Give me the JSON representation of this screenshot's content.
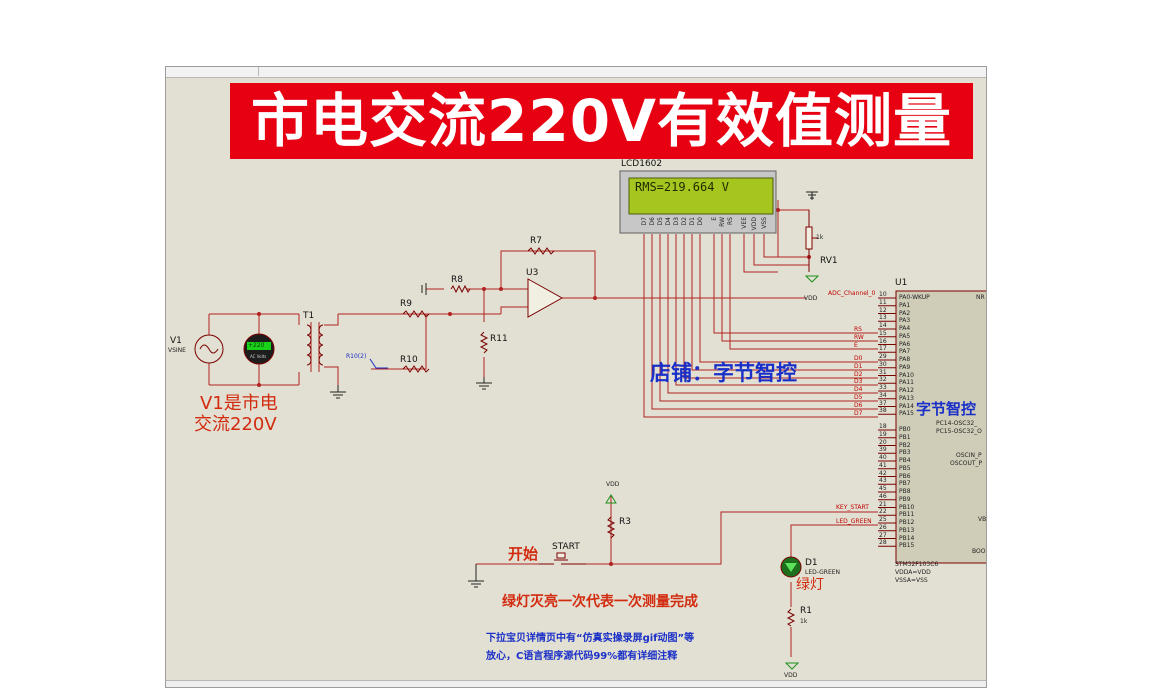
{
  "banner": {
    "title": "市电交流220V有效值测量"
  },
  "lcd": {
    "name": "LCD1602",
    "display": "RMS=219.664 V",
    "pins": [
      "VSS",
      "VDD",
      "VEE",
      "RS",
      "RW",
      "E",
      "D0",
      "D1",
      "D2",
      "D3",
      "D4",
      "D5",
      "D6",
      "D7"
    ]
  },
  "rv1": {
    "name": "RV1",
    "value": "1k"
  },
  "source": {
    "name": "V1",
    "type": "VSINE",
    "meter_value": "+220",
    "meter_unit": "AC Volts"
  },
  "transformer": {
    "name": "T1"
  },
  "resistors": {
    "r7": "R7",
    "r8": "R8",
    "r9": "R9",
    "r10": "R10",
    "r10_probe": "R10(2)",
    "r11": "R11",
    "r3": "R3",
    "r1": "R1",
    "r1_value": "1k"
  },
  "opamp": {
    "name": "U3"
  },
  "mcu": {
    "name": "U1",
    "part": "STM32F103C6",
    "power_lines": [
      "VDDA=VDD",
      "VSSA=VSS"
    ],
    "left_pins": [
      {
        "num": "10",
        "name": "PA0-WKUP"
      },
      {
        "num": "11",
        "name": "PA1"
      },
      {
        "num": "12",
        "name": "PA2"
      },
      {
        "num": "13",
        "name": "PA3"
      },
      {
        "num": "14",
        "name": "PA4"
      },
      {
        "num": "15",
        "name": "PA5"
      },
      {
        "num": "16",
        "name": "PA6"
      },
      {
        "num": "17",
        "name": "PA7"
      },
      {
        "num": "29",
        "name": "PA8"
      },
      {
        "num": "30",
        "name": "PA9"
      },
      {
        "num": "31",
        "name": "PA10"
      },
      {
        "num": "32",
        "name": "PA11"
      },
      {
        "num": "33",
        "name": "PA12"
      },
      {
        "num": "34",
        "name": "PA13"
      },
      {
        "num": "37",
        "name": "PA14"
      },
      {
        "num": "38",
        "name": "PA15"
      },
      {
        "num": "18",
        "name": "PB0"
      },
      {
        "num": "19",
        "name": "PB1"
      },
      {
        "num": "20",
        "name": "PB2"
      },
      {
        "num": "39",
        "name": "PB3"
      },
      {
        "num": "40",
        "name": "PB4"
      },
      {
        "num": "41",
        "name": "PB5"
      },
      {
        "num": "42",
        "name": "PB6"
      },
      {
        "num": "43",
        "name": "PB7"
      },
      {
        "num": "45",
        "name": "PB8"
      },
      {
        "num": "46",
        "name": "PB9"
      },
      {
        "num": "21",
        "name": "PB10"
      },
      {
        "num": "22",
        "name": "PB11"
      },
      {
        "num": "25",
        "name": "PB12"
      },
      {
        "num": "26",
        "name": "PB13"
      },
      {
        "num": "27",
        "name": "PB14"
      },
      {
        "num": "28",
        "name": "PB15"
      }
    ],
    "right_pins": [
      "PC14-OSC32_",
      "PC15-OSC32_O",
      "OSCIN_P",
      "OSCOUT_P"
    ],
    "right_edge": [
      "NR",
      "VB",
      "BOO"
    ]
  },
  "nets": {
    "adc": "ADC_Channel_0",
    "key_start": "KEY_START",
    "led_green": "LED_GREEN",
    "vdd": "VDD",
    "bus": [
      "RS",
      "RW",
      "E",
      "D0",
      "D1",
      "D2",
      "D3",
      "D4",
      "D5",
      "D6",
      "D7"
    ]
  },
  "switch": {
    "name": "START"
  },
  "led": {
    "name": "D1",
    "type": "LED-GREEN"
  },
  "notes": {
    "v1_line1": "V1是市电",
    "v1_line2": "交流220V",
    "shop": "店铺：字节智控",
    "brand": "字节智控",
    "start": "开始",
    "green": "绿灯",
    "measure": "绿灯灭亮一次代表一次测量完成",
    "info1": "下拉宝贝详情页中有“仿真实操录屏gif动图”等",
    "info2": "放心，C语言程序源代码99%都有详细注释"
  }
}
